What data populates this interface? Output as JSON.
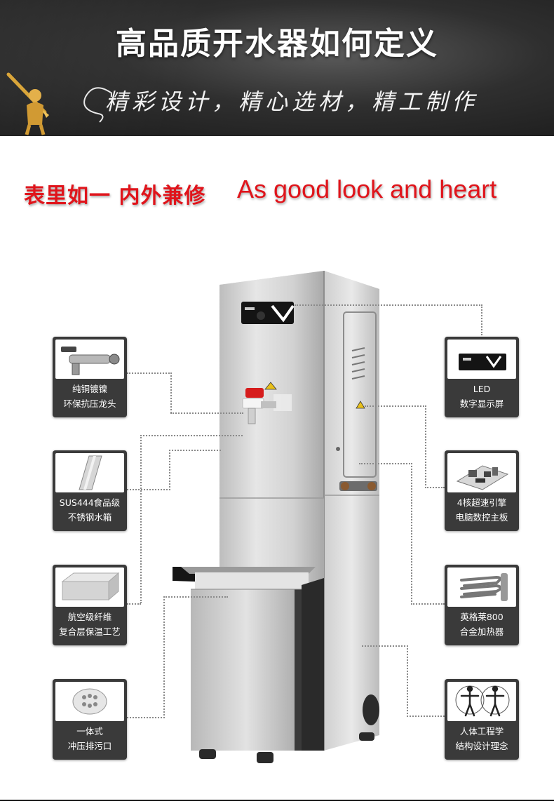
{
  "header": {
    "title": "高品质开水器如何定义",
    "subtitle": "精彩设计，精心选材，精工制作"
  },
  "slogan": {
    "cn": "表里如一 内外兼修",
    "en": "As good look and heart"
  },
  "features_left": [
    {
      "line1": "纯铜镀镍",
      "line2": "环保抗压龙头",
      "icon": "faucet-icon"
    },
    {
      "line1": "SUS444食品级",
      "line2": "不锈钢水箱",
      "icon": "steel-tank-icon"
    },
    {
      "line1": "航空级纤维",
      "line2": "复合层保温工艺",
      "icon": "fiber-insulation-icon"
    },
    {
      "line1": "一体式",
      "line2": "冲压排污口",
      "icon": "drain-outlet-icon"
    }
  ],
  "features_right": [
    {
      "line1": "LED",
      "line2": "数字显示屏",
      "icon": "led-display-icon"
    },
    {
      "line1": "4核超速引擎",
      "line2": "电脑数控主板",
      "icon": "circuit-board-icon"
    },
    {
      "line1": "英格莱800",
      "line2": "合金加热器",
      "icon": "heater-coil-icon"
    },
    {
      "line1": "人体工程学",
      "line2": "结构设计理念",
      "icon": "ergonomics-icon"
    }
  ],
  "colors": {
    "accent": "#e0141b",
    "banner": "#2f2f2f",
    "card": "#3a3a3a"
  }
}
